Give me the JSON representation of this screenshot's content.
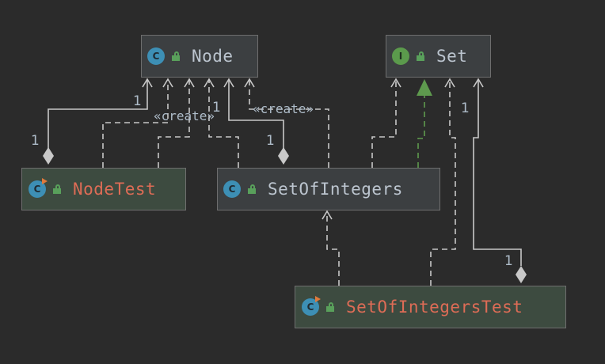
{
  "nodes": {
    "node": {
      "name": "Node",
      "kind": "class",
      "icon": "class-icon"
    },
    "set": {
      "name": "Set",
      "kind": "interface",
      "icon": "interface-icon"
    },
    "node_test": {
      "name": "NodeTest",
      "kind": "test-class",
      "icon": "test-class-icon"
    },
    "set_of_integers": {
      "name": "SetOfIntegers",
      "kind": "class",
      "icon": "class-icon"
    },
    "set_of_integers_test": {
      "name": "SetOfIntegersTest",
      "kind": "test-class",
      "icon": "test-class-icon"
    }
  },
  "edge_labels": {
    "create": "«create»",
    "one": "1"
  },
  "colors": {
    "background": "#2b2b2b",
    "node_fill": "#3c3f41",
    "test_node_fill": "#3d4b40",
    "edge": "#c8c8c8",
    "implements": "#5e9a4e",
    "test_name": "#de6c56",
    "class_name": "#bcc5cf"
  }
}
